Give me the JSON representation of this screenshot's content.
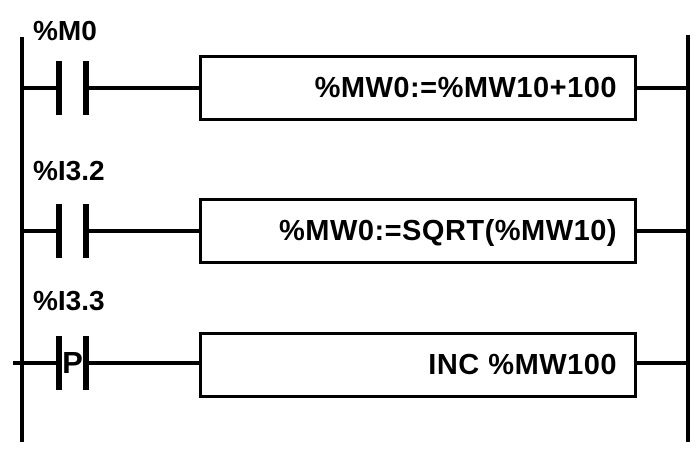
{
  "diagram": {
    "kind": "plc-ladder-logic-network",
    "colors": {
      "line": "#000000",
      "background": "#ffffff"
    },
    "rungs": [
      {
        "contact_label": "%M0",
        "contact_type": "normally-open-contact",
        "contact_symbol": "",
        "block_text": "%MW0:=%MW10+100"
      },
      {
        "contact_label": "%I3.2",
        "contact_type": "normally-open-contact",
        "contact_symbol": "",
        "block_text": "%MW0:=SQRT(%MW10)"
      },
      {
        "contact_label": "%I3.3",
        "contact_type": "rising-edge-contact",
        "contact_symbol": "P",
        "block_text": "INC %MW100"
      }
    ]
  }
}
